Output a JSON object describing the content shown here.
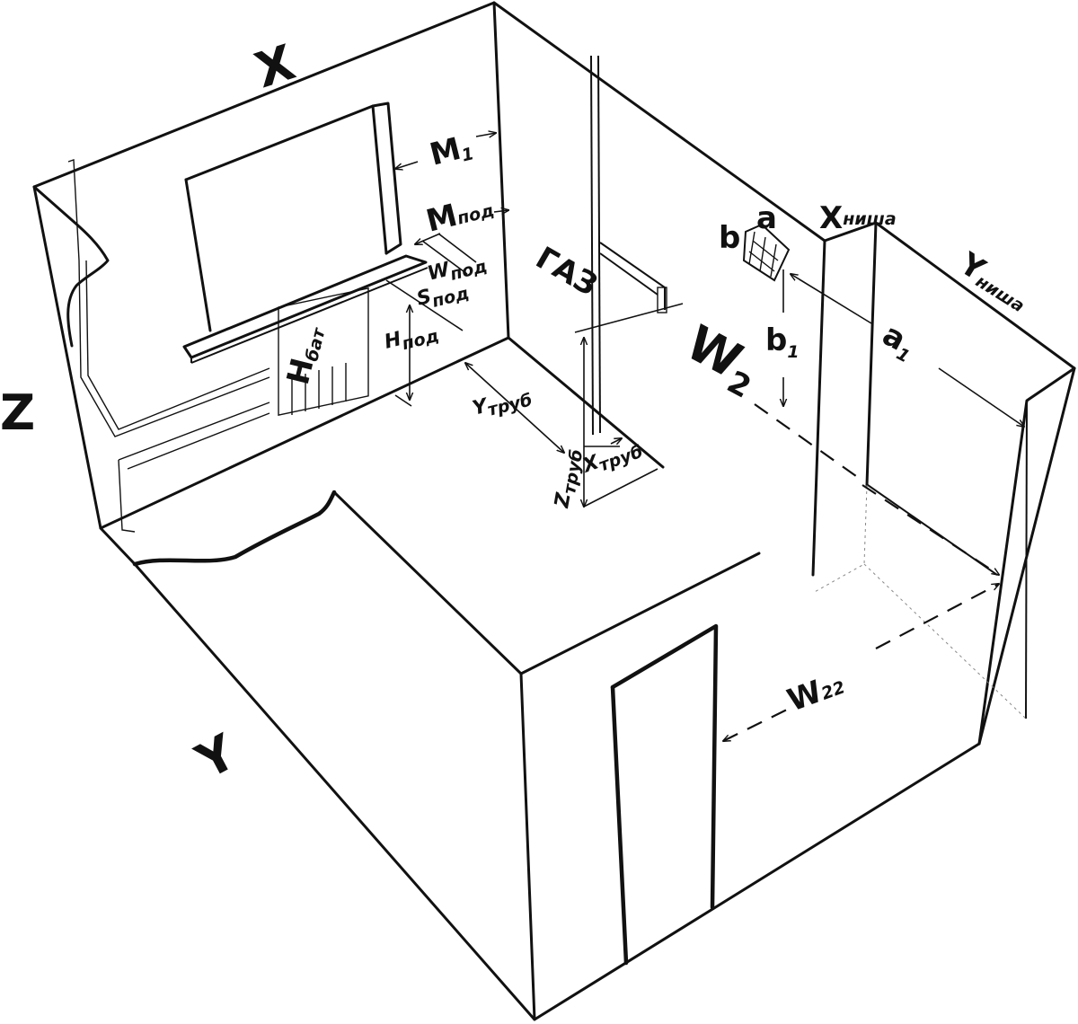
{
  "labels": {
    "x": "X",
    "y": "Y",
    "z": "Z",
    "m1": "M",
    "m1_sub": "1",
    "m_pod": "M",
    "m_pod_sub": "под",
    "w_pod": "W",
    "w_pod_sub": "под",
    "s_pod": "S",
    "s_pod_sub": "под",
    "h_pod": "H",
    "h_pod_sub": "под",
    "h_bat": "H",
    "h_bat_sub": "бат",
    "y_trub": "Y",
    "y_trub_sub": "труб",
    "x_trub": "X",
    "x_trub_sub": "труб",
    "z_trub": "Z",
    "z_trub_sub": "труб",
    "gaz": "ГАЗ",
    "w2": "W",
    "w2_sub": "2",
    "b": "b",
    "a": "a",
    "b1": "b",
    "b1_sub": "1",
    "a1": "a",
    "a1_sub": "1",
    "x_nisha": "X",
    "x_nisha_sub": "ниша",
    "y_nisha": "Y",
    "y_nisha_sub": "ниша",
    "w22": "W",
    "w22_sub": "22"
  }
}
